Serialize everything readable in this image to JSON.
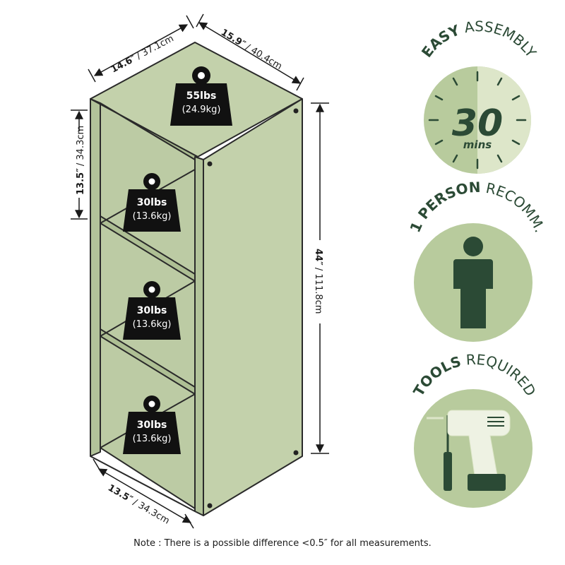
{
  "dimensions": {
    "depth_top": {
      "in": "14.6″",
      "cm": "/ 37.1cm"
    },
    "width_top": {
      "in": "15.9″",
      "cm": "/ 40.4cm"
    },
    "cube_height": {
      "in": "13.5″",
      "cm": "/ 34.3cm"
    },
    "total_height": {
      "in": "44″",
      "cm": "/ 111.8cm"
    },
    "bottom_width": {
      "in": "13.5″",
      "cm": "/ 34.3cm"
    }
  },
  "weights": [
    {
      "lbs": "55lbs",
      "kg": "(24.9kg)"
    },
    {
      "lbs": "30lbs",
      "kg": "(13.6kg)"
    },
    {
      "lbs": "30lbs",
      "kg": "(13.6kg)"
    },
    {
      "lbs": "30lbs",
      "kg": "(13.6kg)"
    }
  ],
  "badges": {
    "assembly": {
      "bold": "EASY",
      "light": " ASSEMBLY",
      "value": "30",
      "unit": "mins"
    },
    "person": {
      "bold": "1 PERSON",
      "light": " RECOMM."
    },
    "tools": {
      "bold": "TOOLS",
      "light": " REQUIRED"
    }
  },
  "note": "Note : There is a possible difference <0.5″ for all measurements.",
  "colors": {
    "shelf_face": "#bccba4",
    "shelf_side": "#c3d1ab",
    "shelf_line": "#2a2a2a",
    "badge_light": "#dde6c9",
    "badge_mid": "#b8cb9d",
    "badge_dark": "#2b4a35",
    "weight_fill": "#111111"
  },
  "icons": [
    "weight-icon",
    "clock-icon",
    "person-icon",
    "drill-icon",
    "screwdriver-icon"
  ]
}
